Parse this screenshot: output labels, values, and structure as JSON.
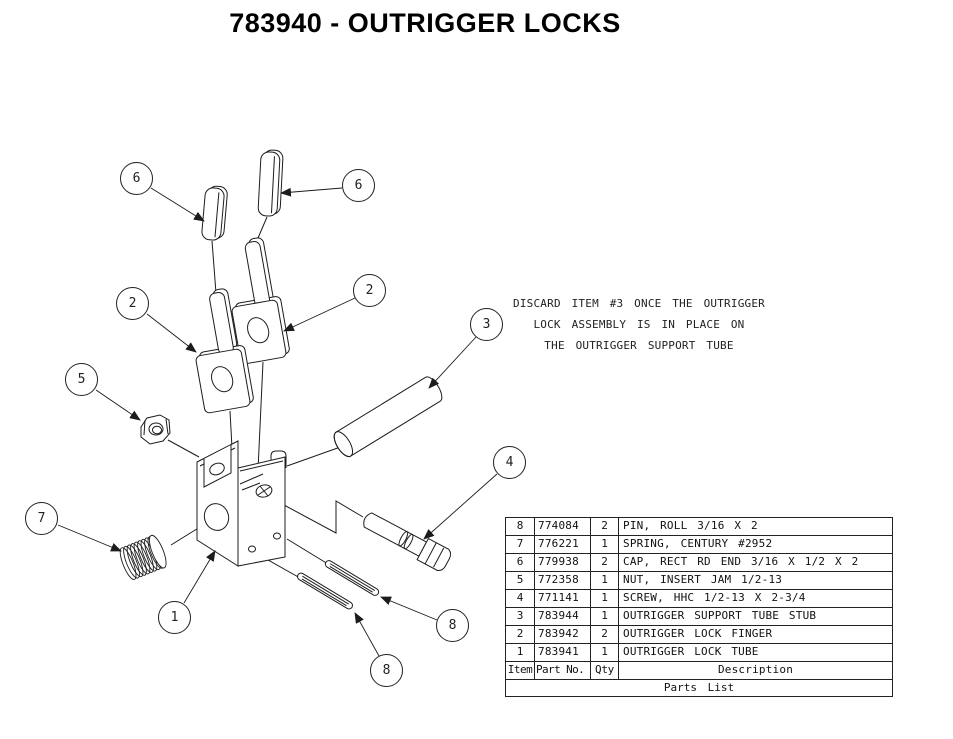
{
  "title": "783940 - OUTRIGGER LOCKS",
  "note": {
    "lines": [
      "DISCARD ITEM #3 ONCE THE OUTRIGGER",
      "LOCK ASSEMBLY IS IN PLACE ON",
      "THE OUTRIGGER SUPPORT TUBE"
    ]
  },
  "balloons": {
    "cap_left": "6",
    "cap_right": "6",
    "finger_left": "2",
    "finger_right": "2",
    "nut": "5",
    "stub": "3",
    "spring": "7",
    "screw": "4",
    "tube": "1",
    "pin_upper": "8",
    "pin_lower": "8"
  },
  "parts_list": {
    "footer": "Parts List",
    "headers": {
      "item": "Item",
      "part_no": "Part No.",
      "qty": "Qty",
      "description": "Description"
    },
    "rows": [
      {
        "item": "8",
        "part_no": "774084",
        "qty": "2",
        "description": "PIN, ROLL 3/16 X 2"
      },
      {
        "item": "7",
        "part_no": "776221",
        "qty": "1",
        "description": "SPRING, CENTURY #2952"
      },
      {
        "item": "6",
        "part_no": "779938",
        "qty": "2",
        "description": "CAP, RECT RD END 3/16 X 1/2 X 2"
      },
      {
        "item": "5",
        "part_no": "772358",
        "qty": "1",
        "description": "NUT, INSERT JAM 1/2-13"
      },
      {
        "item": "4",
        "part_no": "771141",
        "qty": "1",
        "description": "SCREW, HHC 1/2-13 X 2-3/4"
      },
      {
        "item": "3",
        "part_no": "783944",
        "qty": "1",
        "description": "OUTRIGGER SUPPORT TUBE STUB"
      },
      {
        "item": "2",
        "part_no": "783942",
        "qty": "2",
        "description": "OUTRIGGER LOCK FINGER"
      },
      {
        "item": "1",
        "part_no": "783941",
        "qty": "1",
        "description": "OUTRIGGER LOCK TUBE"
      }
    ]
  },
  "colors": {
    "line": "#1c1c1c",
    "background": "#ffffff"
  }
}
